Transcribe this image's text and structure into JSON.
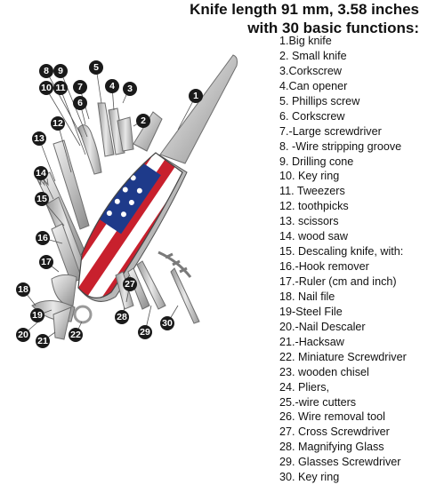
{
  "title": {
    "line1": "Knife length 91 mm, 3.58 inches",
    "line2": "with 30 basic functions:"
  },
  "functions": [
    "1.Big knife",
    "2. Small knife",
    "3.Corkscrew",
    "4.Can opener",
    "5. Phillips screw",
    "6. Corkscrew",
    "7.-Large screwdriver",
    "8. -Wire stripping groove",
    "9. Drilling cone",
    "10. Key ring",
    "11. Tweezers",
    "12. toothpicks",
    "13. scissors",
    "14. wood saw",
    "15. Descaling knife, with:",
    "16.-Hook remover",
    "17.-Ruler (cm and inch)",
    "18. Nail file",
    "19-Steel File",
    "20.-Nail Descaler",
    "21.-Hacksaw",
    "22. Miniature Screwdriver",
    "23. wooden chisel",
    "24. Pliers,",
    "25.-wire cutters",
    "26. Wire removal tool",
    "27. Cross Screwdriver",
    "28. Magnifying Glass",
    "29. Glasses Screwdriver",
    "30. Key ring"
  ],
  "callouts": [
    "1",
    "2",
    "3",
    "4",
    "5",
    "6",
    "7",
    "8",
    "9",
    "10",
    "11",
    "12",
    "13",
    "14",
    "15",
    "16",
    "17",
    "18",
    "19",
    "20",
    "21",
    "22",
    "27",
    "28",
    "29",
    "30"
  ],
  "colors": {
    "text": "#111111",
    "callout_fill": "#1a1a1a",
    "metal_light": "#e4e4e4",
    "metal_dark": "#8d8d8d",
    "flag_red": "#c8202d",
    "flag_blue": "#1e3a8a"
  }
}
